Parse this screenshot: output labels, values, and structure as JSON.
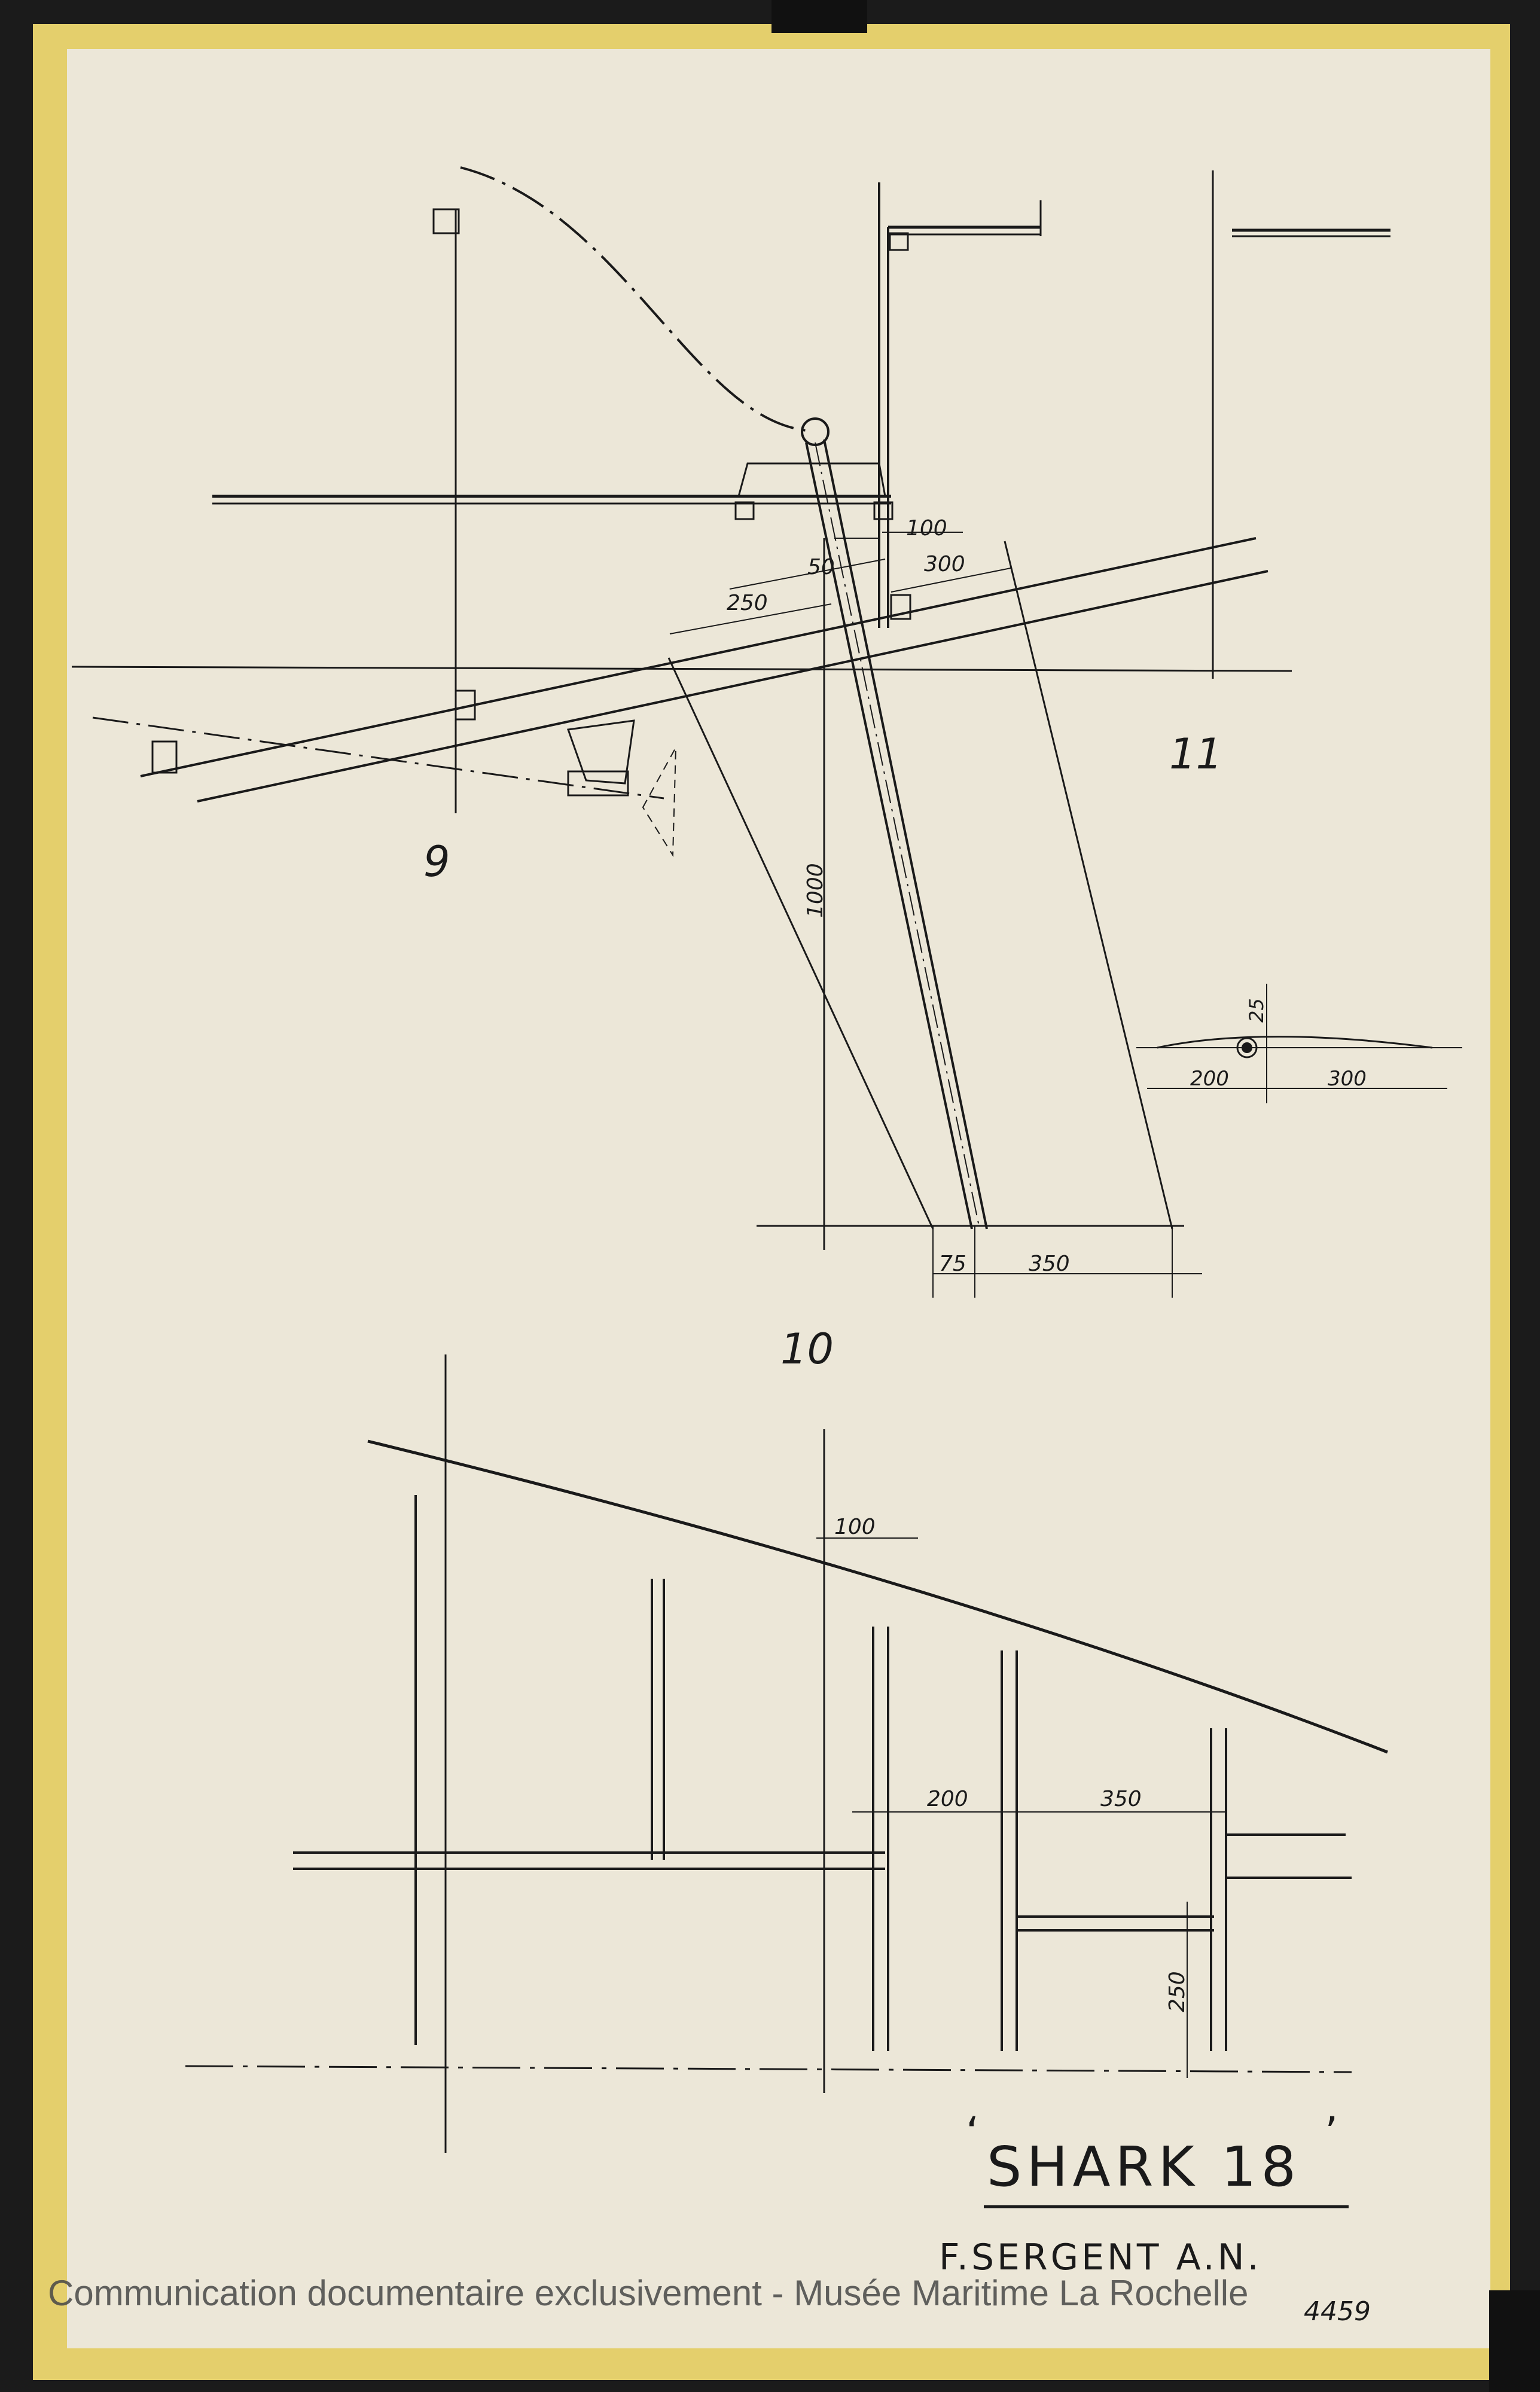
{
  "drawing": {
    "station_labels": [
      "9",
      "10",
      "11"
    ],
    "dimensions_top": [
      "100",
      "50",
      "300",
      "250",
      "1000",
      "75",
      "350"
    ],
    "section_dimensions": [
      "25",
      "200",
      "300"
    ],
    "dimensions_bottom": [
      "100",
      "200",
      "350",
      "250"
    ],
    "title": "SHARK 18",
    "author": "F.SERGENT A.N.",
    "sheet_number": "4459"
  },
  "watermark": "Communication documentaire exclusivement - Musée Maritime La Rochelle",
  "colors": {
    "paper": "#ece7d8",
    "tape_border": "#e4cf6c",
    "ink": "#1a1a1a",
    "background": "#1b1b1b"
  }
}
